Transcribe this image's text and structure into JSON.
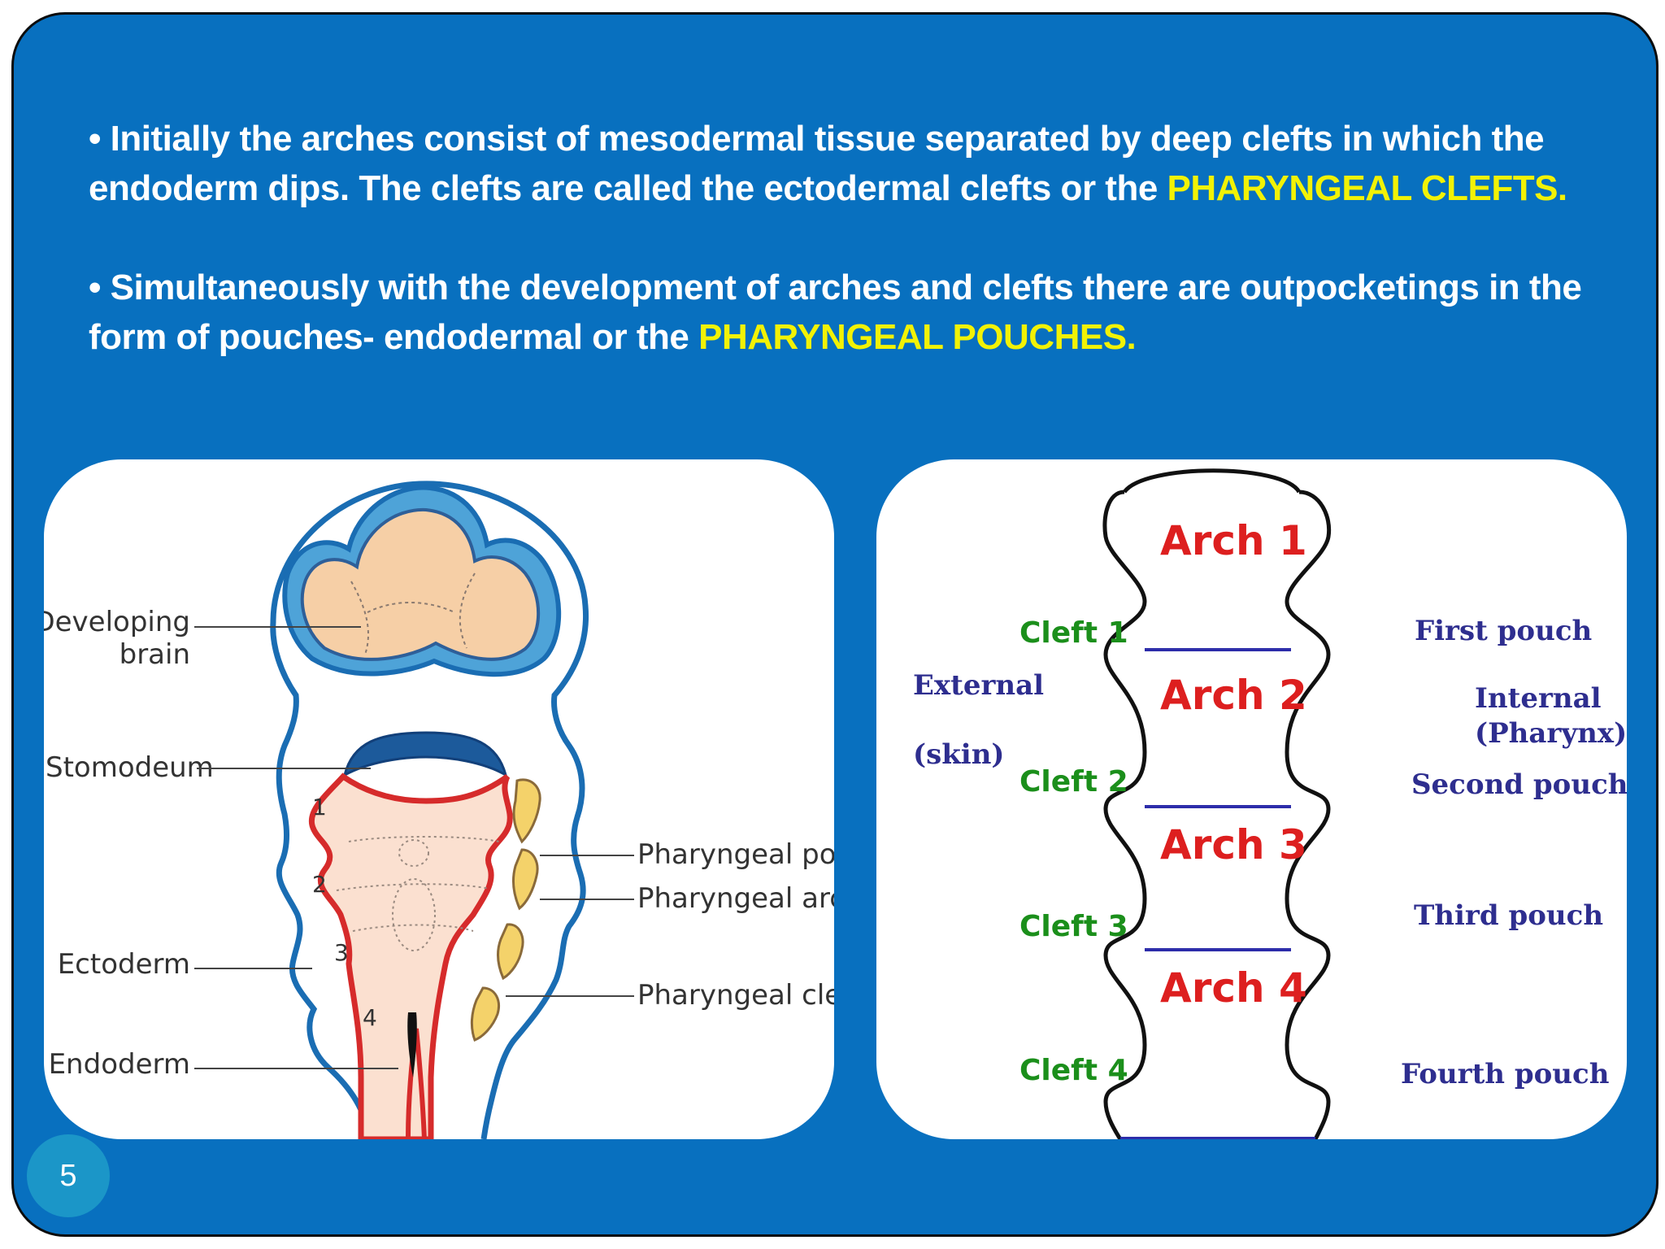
{
  "slide": {
    "bullet1": {
      "prefix": "• Initially the arches consist of mesodermal tissue separated by deep clefts in which the endoderm dips. The clefts are called the ectodermal clefts or the ",
      "highlight": "PHARYNGEAL CLEFTS."
    },
    "bullet2": {
      "prefix": "• Simultaneously with the development of arches and clefts there are outpocketings in the form of pouches- endodermal or the ",
      "highlight": "PHARYNGEAL POUCHES."
    },
    "page_number": "5",
    "colors": {
      "background": "#0870bf",
      "highlight": "#f2f205",
      "arch_label": "#dd1f1f",
      "cleft_label": "#1b8f1b",
      "pouch_label": "#2e2e8f"
    }
  },
  "left_diagram": {
    "labels": {
      "developing_line1": "Developing",
      "developing_line2": "brain",
      "stomodeum": "Stomodeum",
      "ectoderm": "Ectoderm",
      "endoderm": "Endoderm",
      "pharyngeal_pouch": "Pharyngeal pouch",
      "pharyngeal_arch": "Pharyngeal arch",
      "pharyngeal_cleft": "Pharyngeal cleft"
    },
    "numbers": [
      "1",
      "2",
      "3",
      "4"
    ]
  },
  "right_diagram": {
    "arches": [
      "Arch 1",
      "Arch 2",
      "Arch 3",
      "Arch 4"
    ],
    "clefts": [
      "Cleft 1",
      "Cleft 2",
      "Cleft 3",
      "Cleft 4"
    ],
    "pouches": [
      "First pouch",
      "Second pouch",
      "Third pouch",
      "Fourth pouch"
    ],
    "external": "External",
    "skin": "(skin)",
    "internal": "Internal",
    "pharynx": "(Pharynx)"
  }
}
